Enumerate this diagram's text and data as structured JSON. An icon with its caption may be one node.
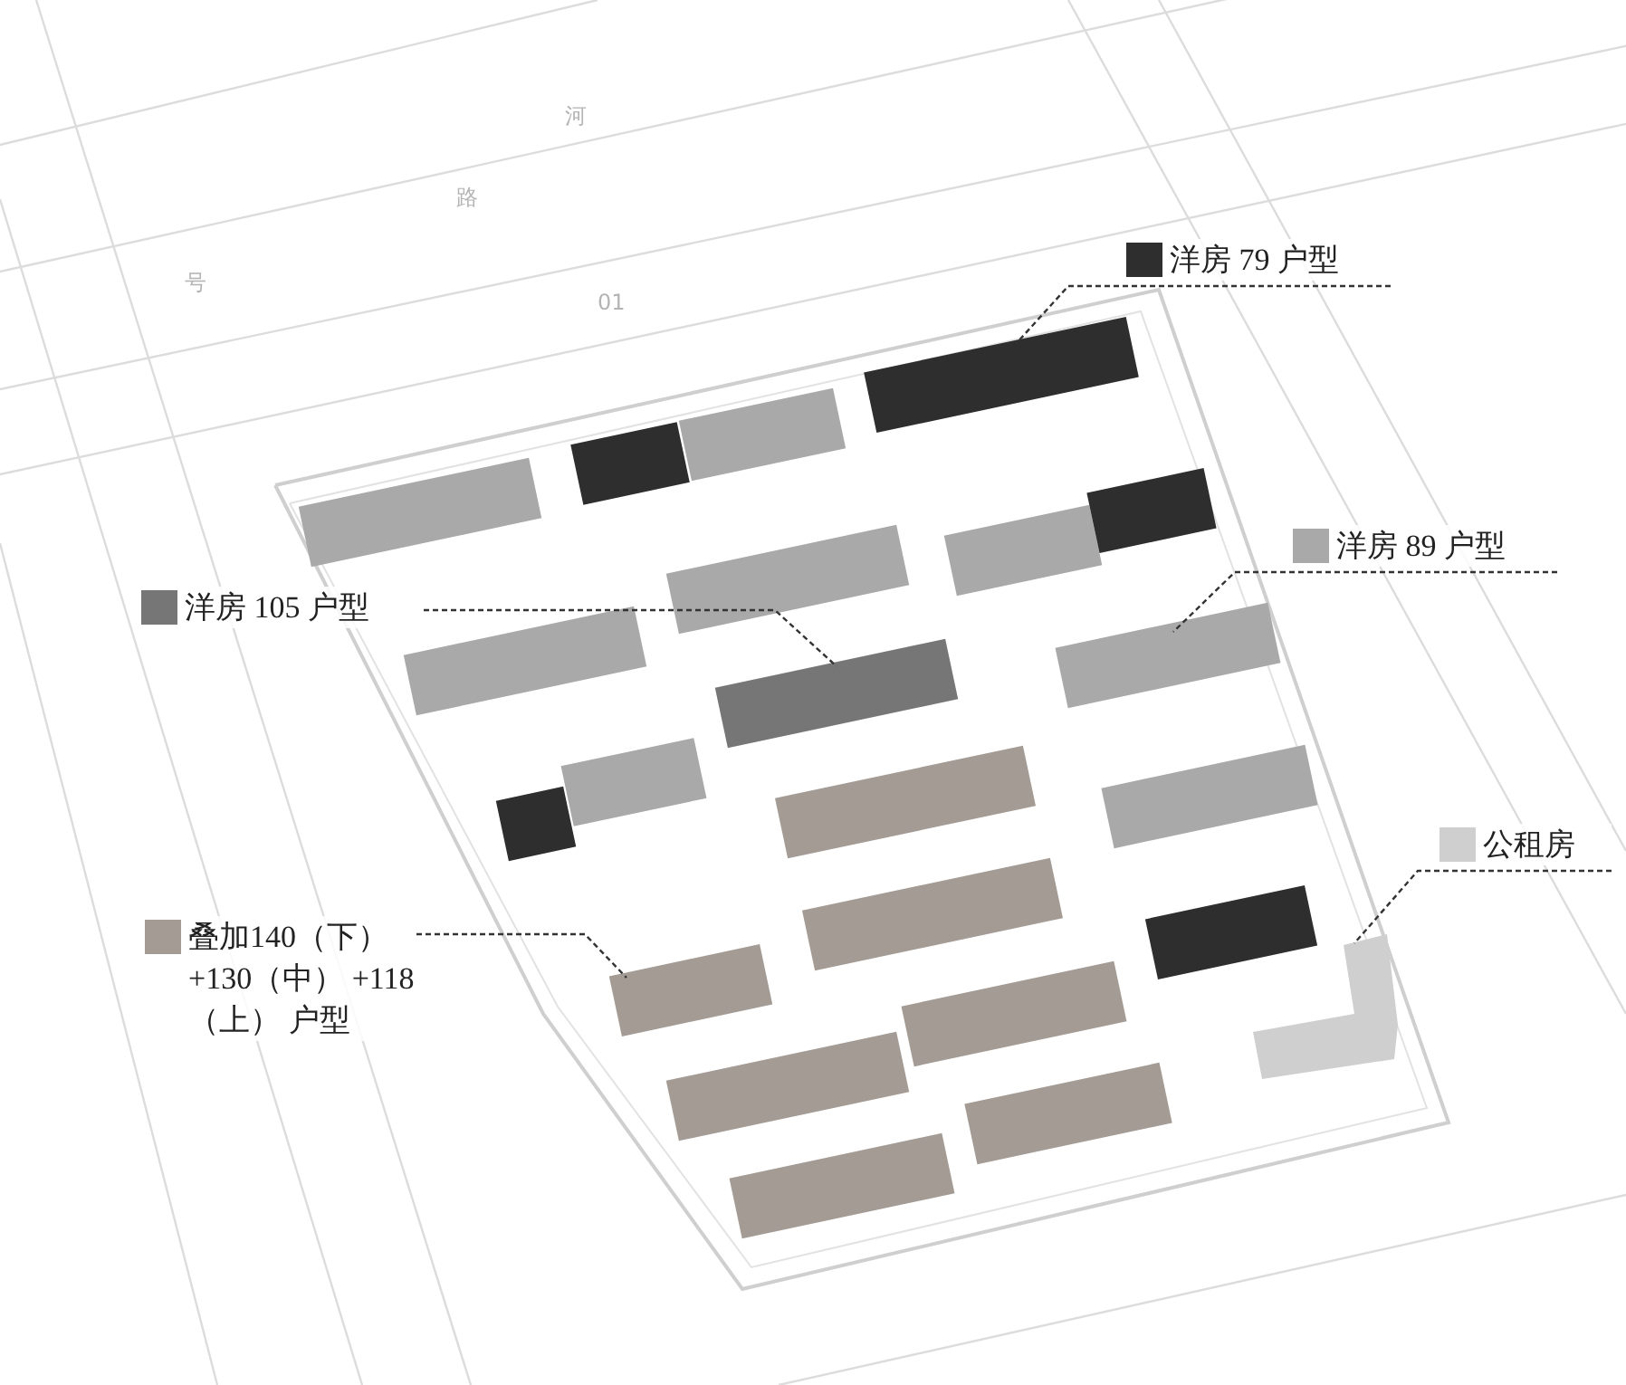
{
  "diagram": {
    "nodes": [
      {
        "text": [
          "洋房 79 户型"
        ]
      },
      {
        "text": [
          "洋房 89 户型"
        ]
      },
      {
        "text": [
          "洋房 105 户型"
        ]
      },
      {
        "text": [
          "公租房"
        ]
      },
      {
        "text": [
          "叠加140（下） +130（中） +118（上） 户型"
        ]
      },
      {
        "text": [],
        "shape": "box"
      },
      {
        "text": [],
        "shape": "box"
      },
      {
        "text": [],
        "shape": "box"
      },
      {
        "text": [],
        "shape": "box"
      },
      {
        "text": [],
        "shape": "box"
      }
    ],
    "edges": [
      {
        "from": 0,
        "to": 5,
        "arrow": "none",
        "style": "dashed"
      },
      {
        "from": 1,
        "to": 6,
        "arrow": "none",
        "style": "dashed"
      },
      {
        "from": 2,
        "to": 7,
        "arrow": "none",
        "style": "dashed"
      },
      {
        "from": 3,
        "to": 9,
        "arrow": "none",
        "style": "dashed"
      },
      {
        "from": 4,
        "to": 8,
        "arrow": "none",
        "style": "dashed"
      }
    ],
    "labels": [
      "河",
      "路",
      "号",
      "01"
    ]
  }
}
